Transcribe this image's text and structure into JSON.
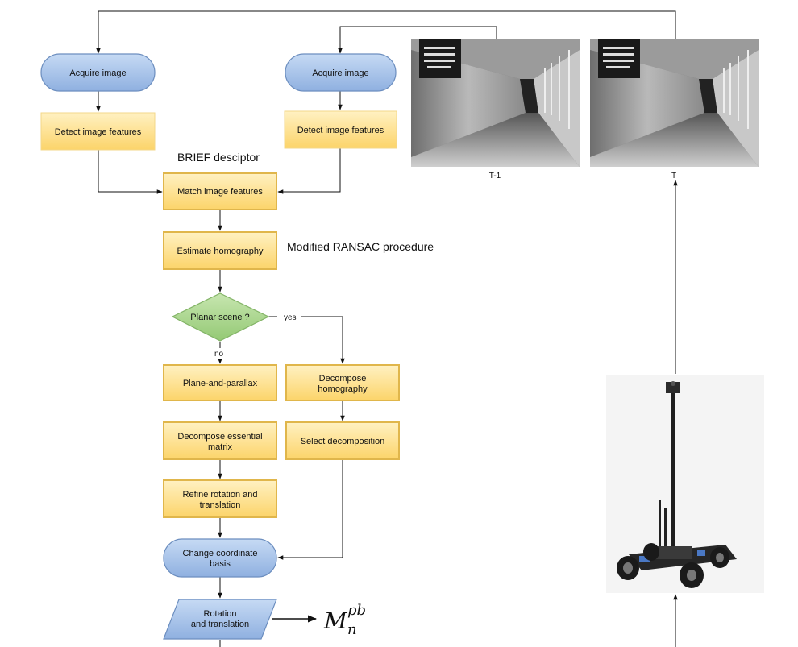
{
  "nodes": {
    "acquire_left": "Acquire image",
    "acquire_right": "Acquire image",
    "detect_left": "Detect image features",
    "detect_right": "Detect image features",
    "match": "Match image features",
    "estimate": "Estimate homography",
    "planar_decision": "Planar scene ?",
    "plane_parallax": "Plane-and-parallax",
    "decompose_homography": [
      "Decompose",
      "homography"
    ],
    "decompose_essential": [
      "Decompose essential",
      "matrix"
    ],
    "select_decomposition": "Select decomposition",
    "refine": [
      "Refine rotation and",
      "translation"
    ],
    "change_basis": [
      "Change coordinate",
      "basis"
    ],
    "rotation_translation": [
      "Rotation",
      "and translation"
    ]
  },
  "annotations": {
    "brief": "BRIEF desciptor",
    "ransac": "Modified RANSAC procedure",
    "yes": "yes",
    "no": "no",
    "frame_prev": "T-1",
    "frame_curr": "T"
  },
  "output_symbol": {
    "base": "M",
    "superscript": "pb",
    "subscript": "n"
  },
  "colors": {
    "blue_fill": "#a9c4eb",
    "blue_stroke": "#6c8ebf",
    "yellow_fill": "#fde28f",
    "yellow_stroke": "#e0b64b",
    "green_fill": "#a7d48a",
    "green_stroke": "#82b366",
    "line": "#111111"
  }
}
